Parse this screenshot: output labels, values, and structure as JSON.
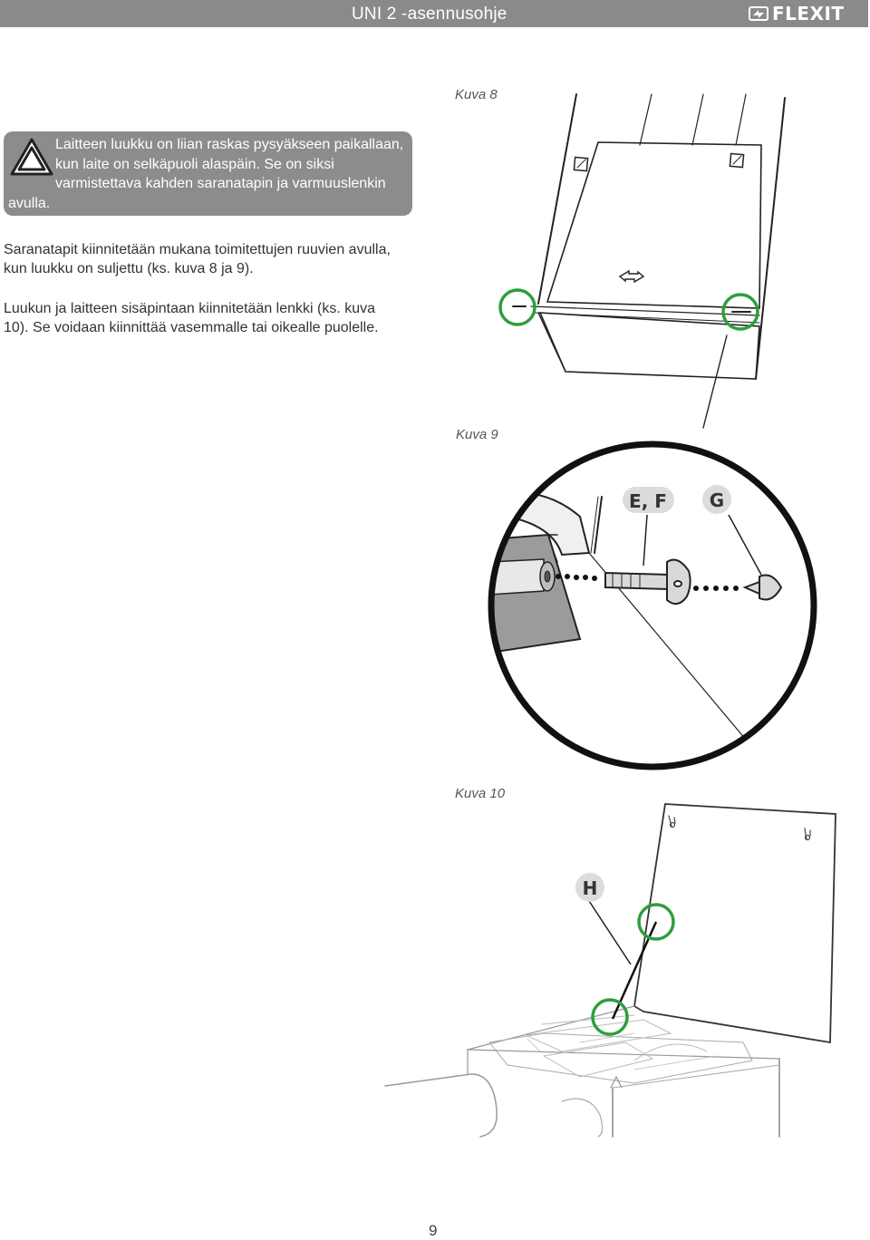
{
  "header": {
    "title": "UNI 2 -asennusohje",
    "logo_text": "FLEXIT",
    "bg_color": "#8a8a8a"
  },
  "warning": {
    "icon": "warning-triangle-icon",
    "text": "Laitteen luukku on liian raskas pysyäkseen paikallaan, kun laite on selkäpuoli alaspäin. Se on siksi varmistettava kahden saranatapin ja varmuuslenkin avulla."
  },
  "paragraphs": [
    "Saranatapit kiinnitetään mukana toimitettujen ruuvien avulla, kun luukku on suljettu (ks. kuva 8 ja 9).",
    "Luukun ja laitteen sisäpintaan kiinnitetään lenkki (ks. kuva 10). Se voidaan kiinnittää vasemmalle tai oikealle puolelle."
  ],
  "figures": {
    "kuva8": "Kuva 8",
    "kuva9": "Kuva 9",
    "kuva10": "Kuva 10",
    "labels": {
      "ef": "E, F",
      "g": "G",
      "h": "H"
    },
    "highlight_color": "#2e9e3e"
  },
  "page_number": "9"
}
